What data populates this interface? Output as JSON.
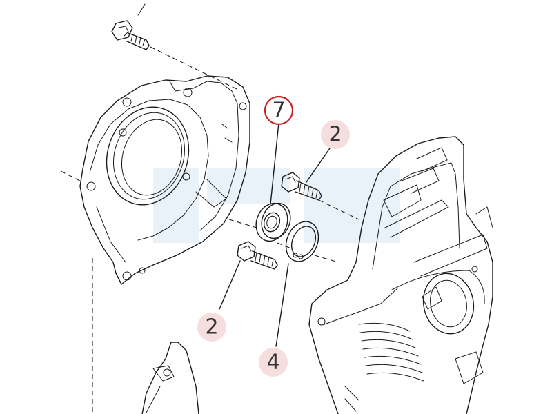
{
  "colors": {
    "line": "#1a1a1a",
    "callout_bubble": "#f7dede",
    "highlight_ring": "#cc1f1f",
    "watermark": "#d7e8f3"
  },
  "callouts": [
    {
      "id": "c7",
      "label": "7",
      "highlighted": true
    },
    {
      "id": "c2a",
      "label": "2",
      "highlighted": false
    },
    {
      "id": "c2b",
      "label": "2",
      "highlighted": false
    },
    {
      "id": "c4",
      "label": "4",
      "highlighted": false
    }
  ]
}
